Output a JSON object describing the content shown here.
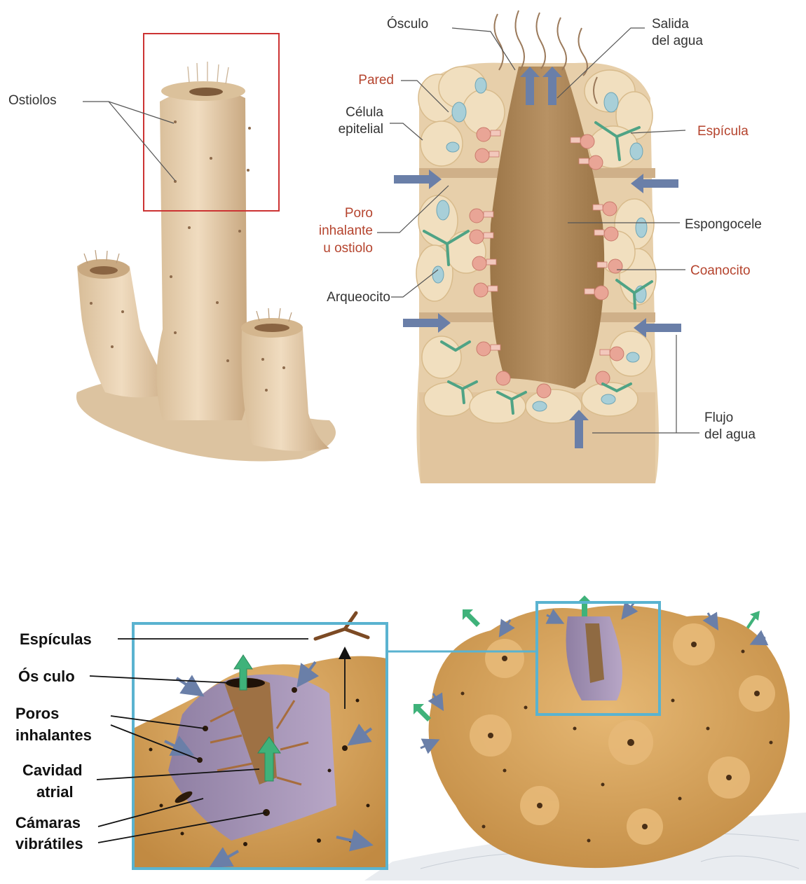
{
  "top_left": {
    "labels": {
      "ostiolos": "Ostiolos"
    }
  },
  "top_right": {
    "labels": {
      "osculo": "Ósculo",
      "salida_line1": "Salida",
      "salida_line2": "del agua",
      "pared": "Pared",
      "celula_line1": "Célula",
      "celula_line2": "epitelial",
      "espicula": "Espícula",
      "poro_line1": "Poro",
      "poro_line2": "inhalante",
      "poro_line3": "u ostiolo",
      "espongocele": "Espongocele",
      "coanocito": "Coanocito",
      "arqueocito": "Arqueocito",
      "flujo_line1": "Flujo",
      "flujo_line2": "del agua"
    }
  },
  "bottom": {
    "labels": {
      "espiculas": "Espículas",
      "osculo": "Ós culo",
      "poros_line1": "Poros",
      "poros_line2": "inhalantes",
      "cavidad_line1": "Cavidad",
      "cavidad_line2": "atrial",
      "camaras_line1": "Cámaras",
      "camaras_line2": "vibrátiles"
    }
  },
  "colors": {
    "sponge_body": "#e9d3b3",
    "sponge_shadow": "#c9ab85",
    "cavity": "#a98456",
    "red_label": "#b5442e",
    "frame_red": "#cc3333",
    "frame_blue": "#5ab3d0",
    "sponge_orange": "#d9a55c",
    "flow_arrow": "#6a7fa8",
    "green_arrow": "#3fb27a"
  }
}
